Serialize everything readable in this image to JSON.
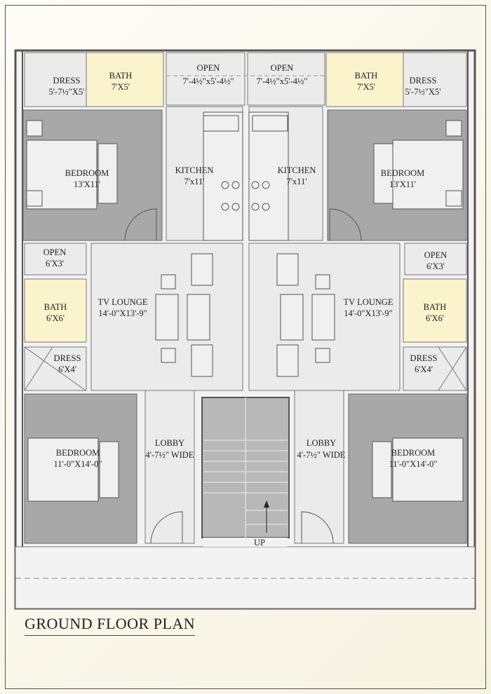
{
  "title": "GROUND FLOOR PLAN",
  "rooms": {
    "dress_tl": {
      "name": "DRESS",
      "size": "5'-7½\"X5'"
    },
    "bath_tl": {
      "name": "BATH",
      "size": "7'X5'"
    },
    "open_tl": {
      "name": "OPEN",
      "size": "7'-4½\"x5'-4½\""
    },
    "open_tr": {
      "name": "OPEN",
      "size": "7'-4½\"x5'-4½\""
    },
    "bath_tr": {
      "name": "BATH",
      "size": "7'X5'"
    },
    "dress_tr": {
      "name": "DRESS",
      "size": "5'-7½\"X5'"
    },
    "bedroom_tl": {
      "name": "BEDROOM",
      "size": "13'X11'"
    },
    "kitchen_l": {
      "name": "KITCHEN",
      "size": "7'x11'"
    },
    "kitchen_r": {
      "name": "KITCHEN",
      "size": "7'x11'"
    },
    "bedroom_tr": {
      "name": "BEDROOM",
      "size": "13'X11'"
    },
    "open_ml": {
      "name": "OPEN",
      "size": "6'X3'"
    },
    "open_mr": {
      "name": "OPEN",
      "size": "6'X3'"
    },
    "bath_ml": {
      "name": "BATH",
      "size": "6'X6'"
    },
    "bath_mr": {
      "name": "BATH",
      "size": "6'X6'"
    },
    "dress_ml": {
      "name": "DRESS",
      "size": "6'X4'"
    },
    "dress_mr": {
      "name": "DRESS",
      "size": "6'X4'"
    },
    "lounge_l": {
      "name": "TV LOUNGE",
      "size": "14'-0\"X13'-9\""
    },
    "lounge_r": {
      "name": "TV LOUNGE",
      "size": "14'-0\"X13'-9\""
    },
    "bedroom_bl": {
      "name": "BEDROOM",
      "size": "11'-0\"X14'-0\""
    },
    "bedroom_br": {
      "name": "BEDROOM",
      "size": "11'-0\"X14'-0\""
    },
    "lobby_l": {
      "name": "LOBBY",
      "size": "4'-7½\" WIDE"
    },
    "lobby_r": {
      "name": "LOBBY",
      "size": "4'-7½\" WIDE"
    }
  },
  "stair": {
    "label": "UP"
  },
  "colors": {
    "wall": "#555555",
    "bedroom": "#a8a8a8",
    "bath": "#fbf3cc",
    "floor": "#ebebeb"
  }
}
